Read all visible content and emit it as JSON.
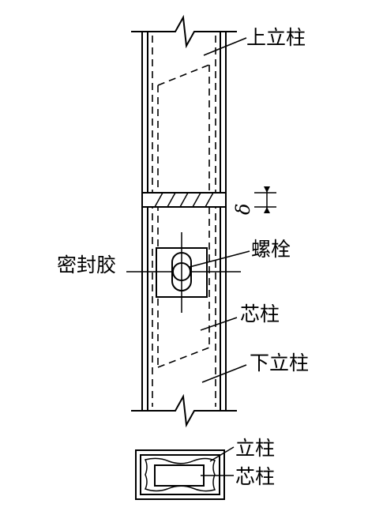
{
  "labels": {
    "upper_column": "上立柱",
    "bolt": "螺栓",
    "sealant": "密封胶",
    "core_column": "芯柱",
    "lower_column": "下立柱",
    "section_column": "立柱",
    "section_core": "芯柱",
    "gap_symbol": "δ"
  }
}
